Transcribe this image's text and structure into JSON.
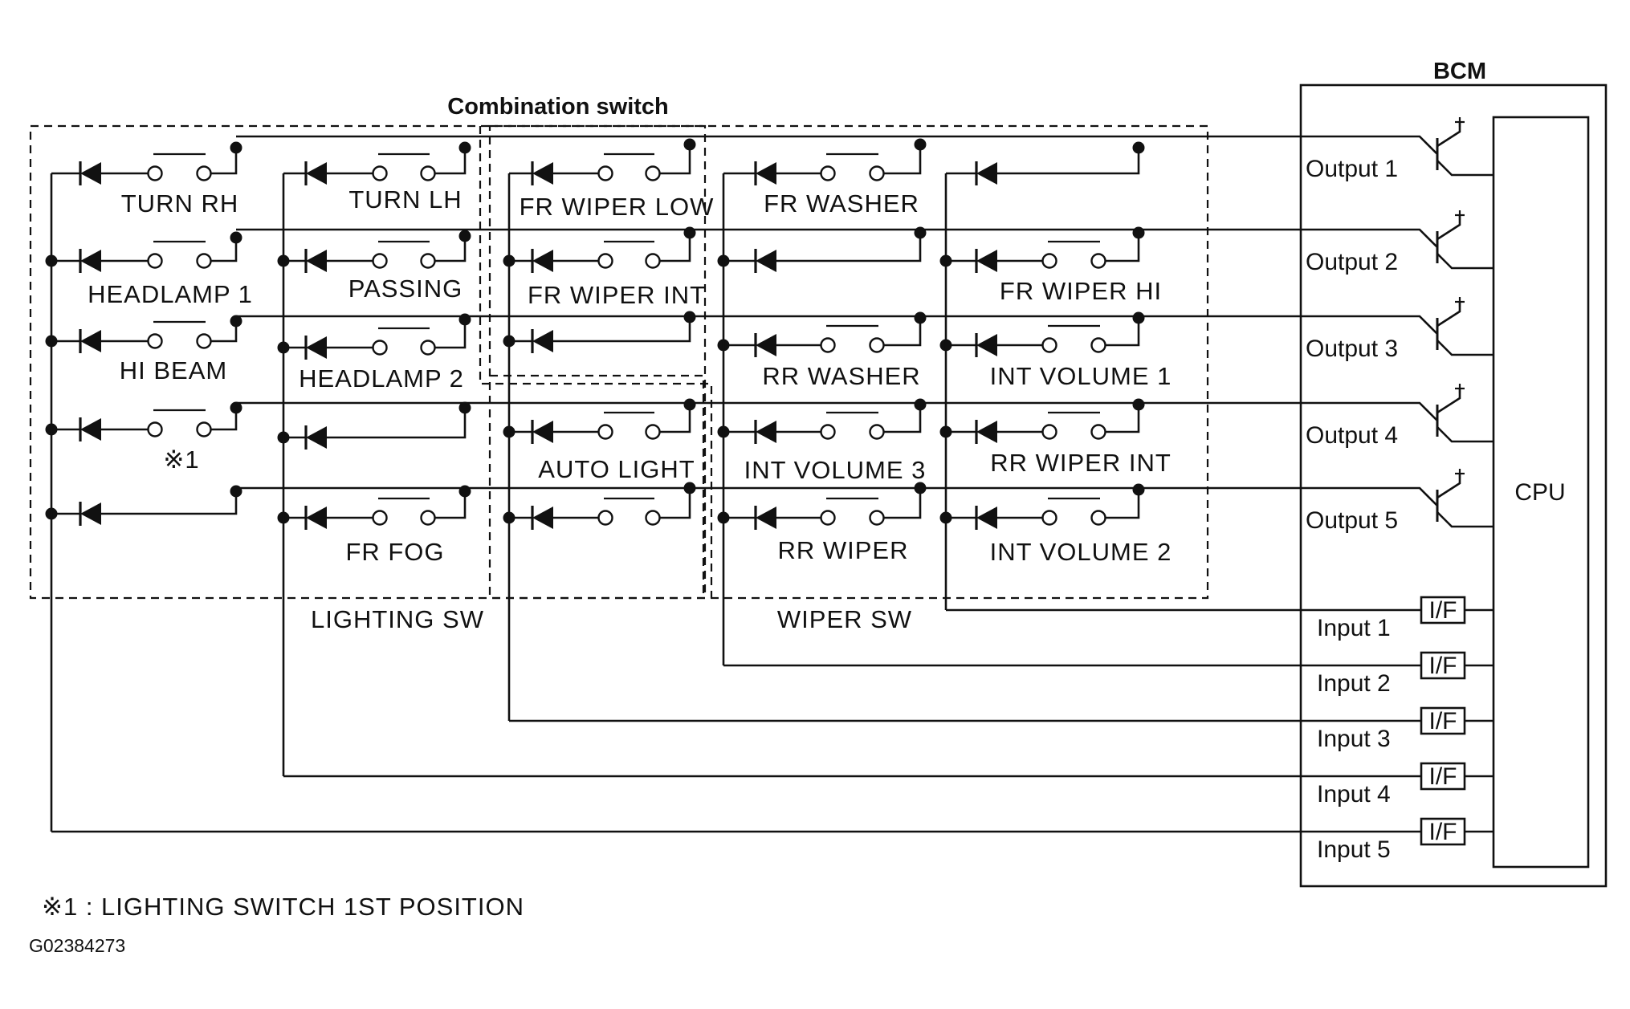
{
  "title": "Combination switch",
  "bcm": {
    "label": "BCM",
    "cpu_label": "CPU",
    "if_label": "I/F"
  },
  "outputs": [
    "Output 1",
    "Output 2",
    "Output 3",
    "Output 4",
    "Output 5"
  ],
  "inputs": [
    "Input 1",
    "Input 2",
    "Input 3",
    "Input 4",
    "Input 5"
  ],
  "lighting": {
    "label": "LIGHTING SW",
    "col1": [
      "TURN RH",
      "HEADLAMP 1",
      "HI BEAM",
      "※1",
      ""
    ],
    "col2": [
      "TURN LH",
      "PASSING",
      "HEADLAMP 2",
      "",
      "FR FOG"
    ]
  },
  "front_wiper": {
    "col": [
      "FR WIPER LOW",
      "FR WIPER INT",
      "",
      "AUTO LIGHT",
      ""
    ]
  },
  "wiper": {
    "label": "WIPER SW",
    "col1": [
      "FR WASHER",
      "",
      "RR WASHER",
      "INT VOLUME 3",
      "RR WIPER"
    ],
    "col2": [
      "",
      "FR WIPER HI",
      "INT VOLUME 1",
      "RR WIPER INT",
      "INT VOLUME 2"
    ]
  },
  "footnote": "※1 : LIGHTING SWITCH 1ST POSITION",
  "figure_code": "G02384273"
}
